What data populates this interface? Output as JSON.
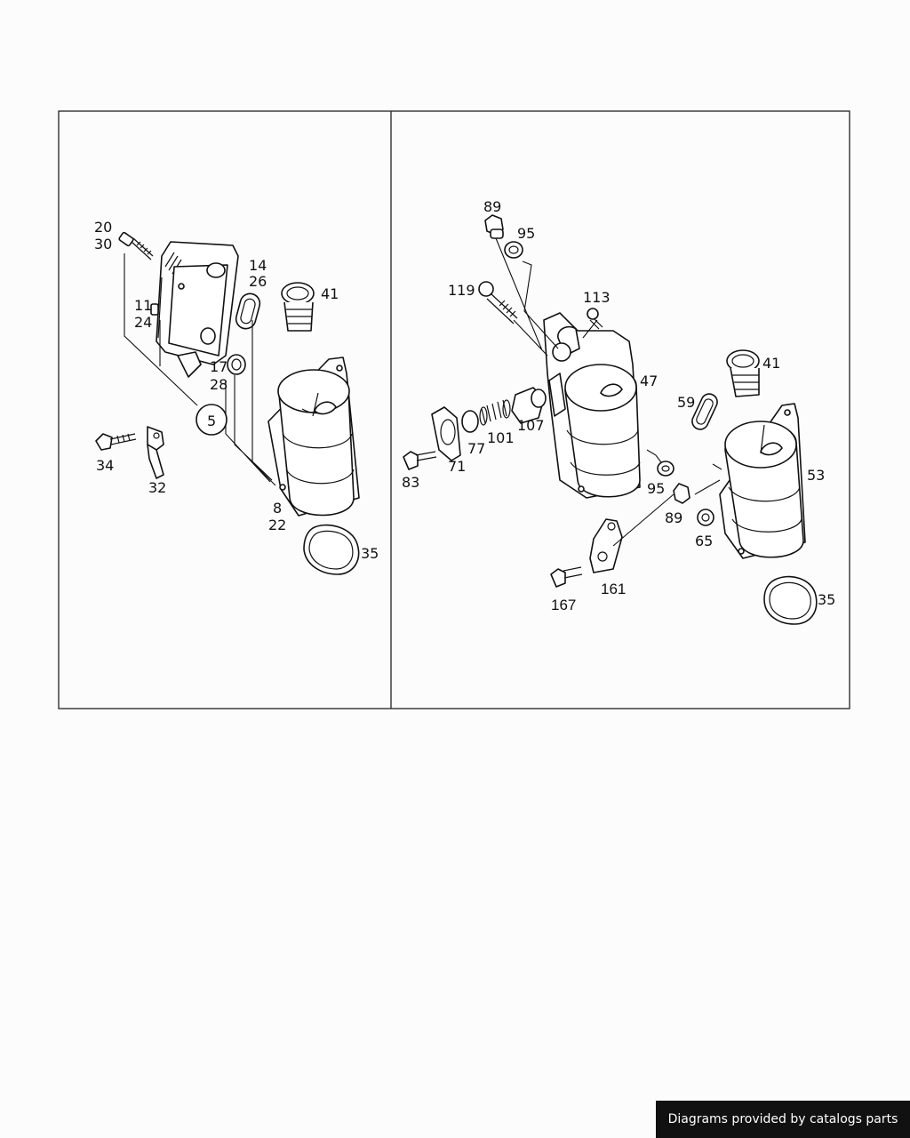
{
  "left_panel": {
    "labels": {
      "l20": "20",
      "l30": "30",
      "l11": "11",
      "l24": "24",
      "l14": "14",
      "l26": "26",
      "l41": "41",
      "l17": "17",
      "l28": "28",
      "l5": "5",
      "l34": "34",
      "l32": "32",
      "l8": "8",
      "l22": "22",
      "l35": "35"
    }
  },
  "right_panel": {
    "labels": {
      "l89a": "89",
      "l95a": "95",
      "l119": "119",
      "l113": "113",
      "l47": "47",
      "l41": "41",
      "l59": "59",
      "l107": "107",
      "l101": "101",
      "l77": "77",
      "l71": "71",
      "l83": "83",
      "l95b": "95",
      "l89b": "89",
      "l53": "53",
      "l65": "65",
      "l161": "161",
      "l167": "167",
      "l35": "35"
    }
  },
  "footer": {
    "credit": "Diagrams provided by catalogs parts"
  }
}
